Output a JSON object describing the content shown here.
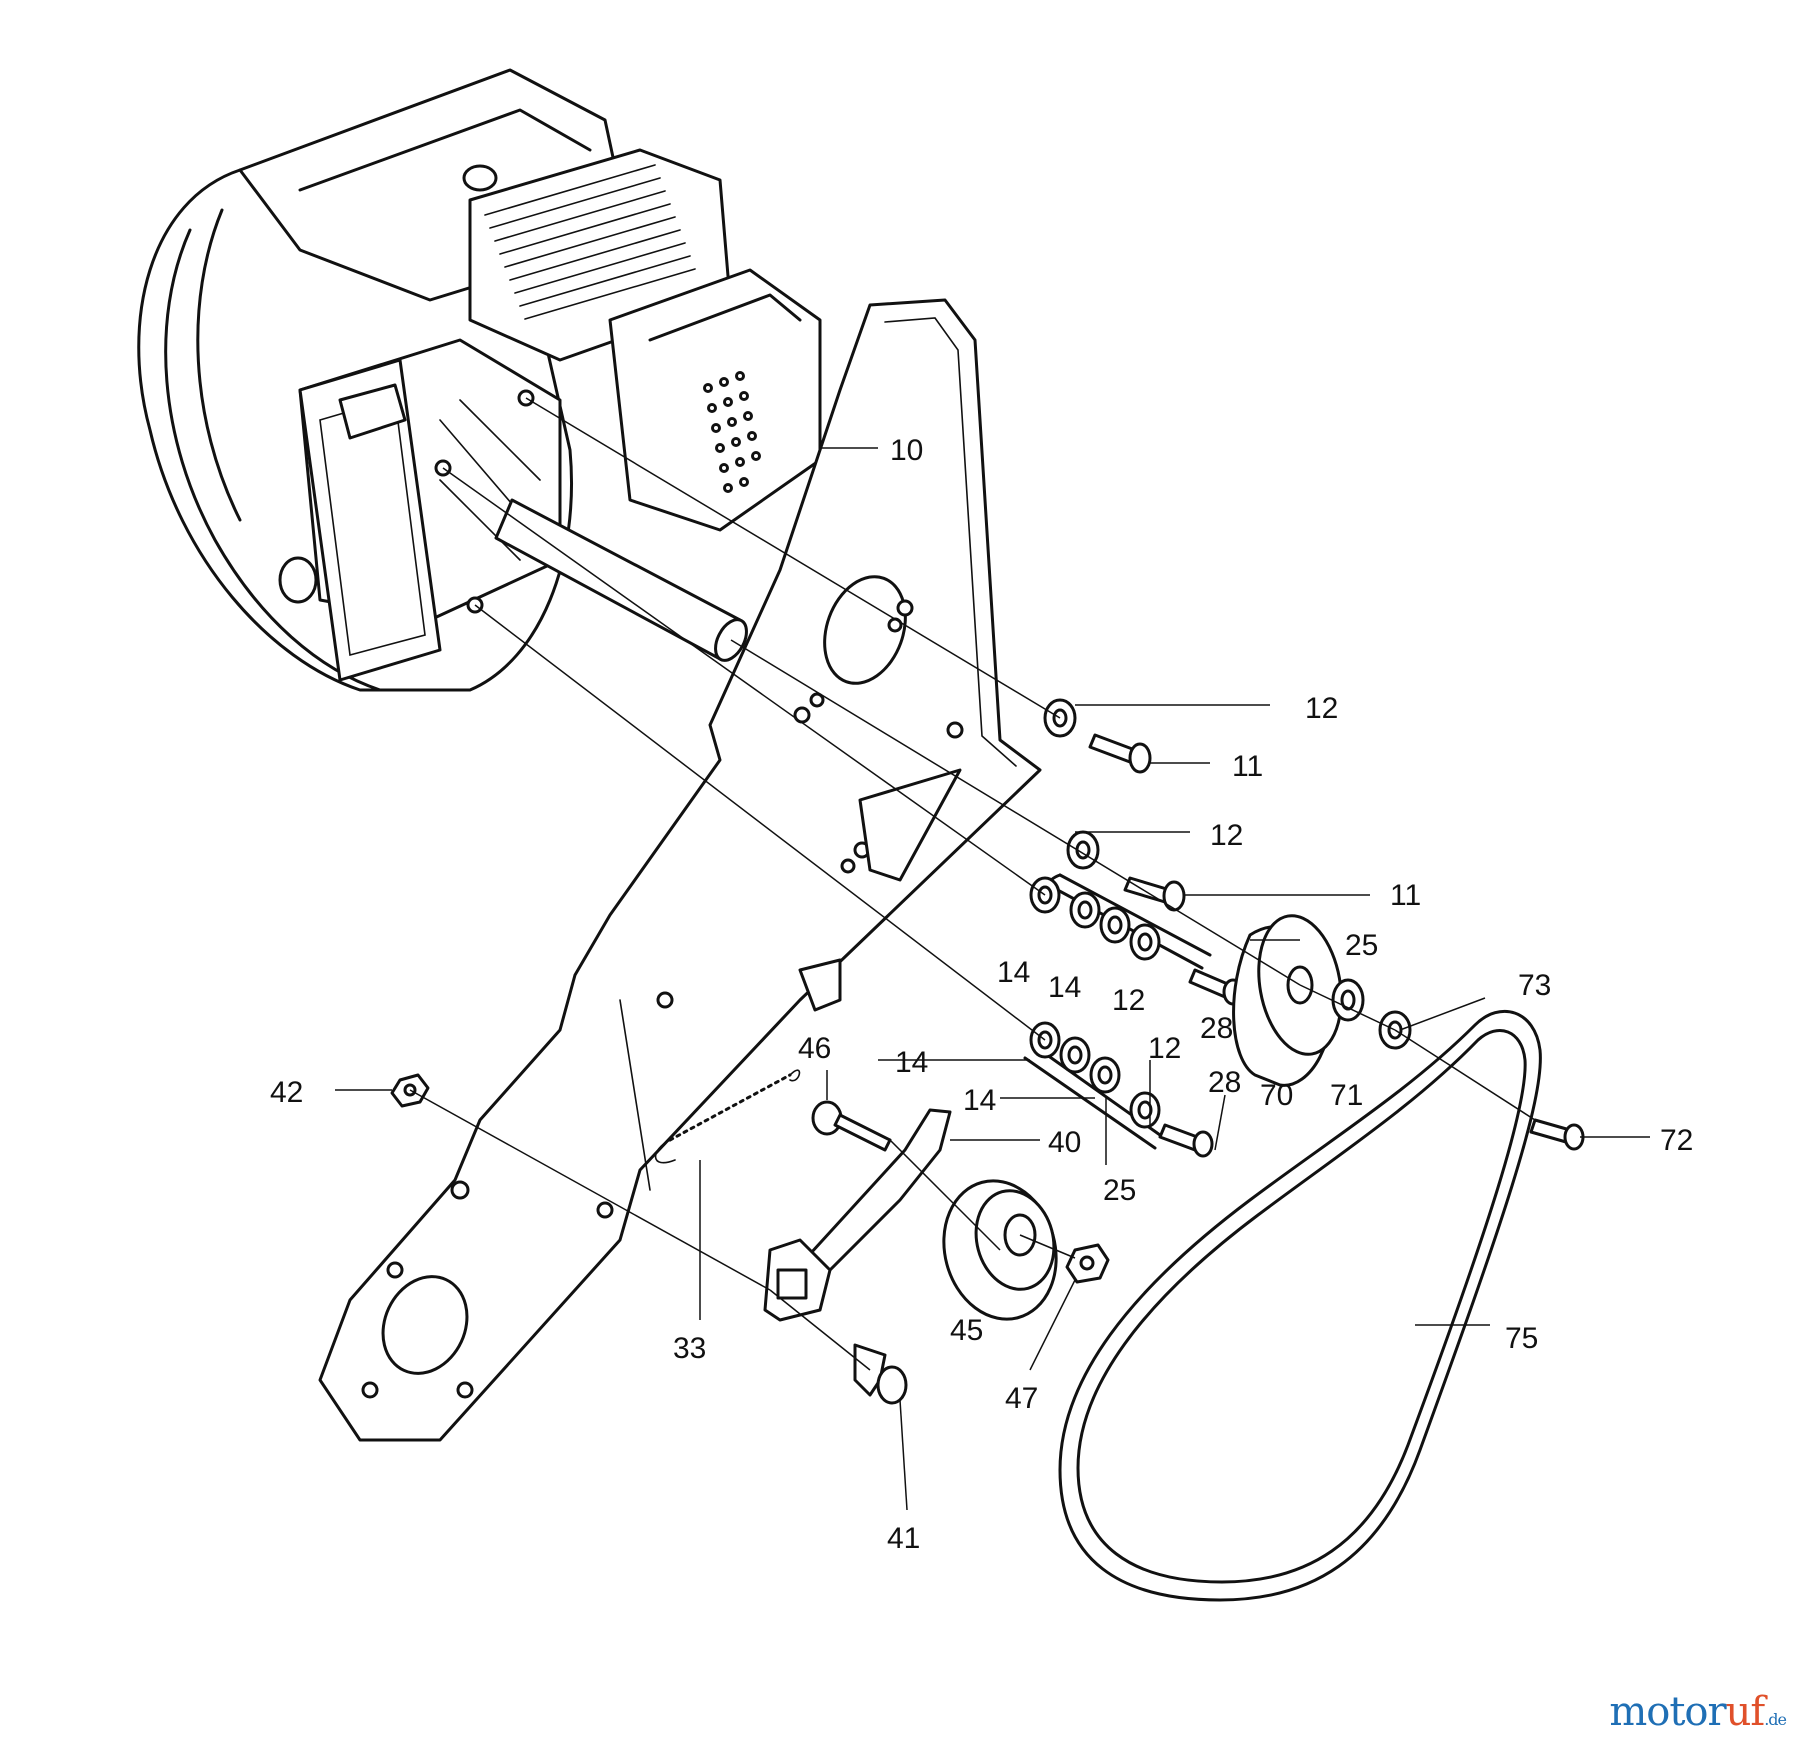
{
  "labels": [
    {
      "id": "p10",
      "text": "10"
    },
    {
      "id": "p12a",
      "text": "12"
    },
    {
      "id": "p11a",
      "text": "11"
    },
    {
      "id": "p12b",
      "text": "12"
    },
    {
      "id": "p11b",
      "text": "11"
    },
    {
      "id": "p25a",
      "text": "25"
    },
    {
      "id": "p14a",
      "text": "14"
    },
    {
      "id": "p14b",
      "text": "14"
    },
    {
      "id": "p12c",
      "text": "12"
    },
    {
      "id": "p28a",
      "text": "28"
    },
    {
      "id": "p70",
      "text": "70"
    },
    {
      "id": "p71",
      "text": "71"
    },
    {
      "id": "p73",
      "text": "73"
    },
    {
      "id": "p46",
      "text": "46"
    },
    {
      "id": "p14c",
      "text": "14"
    },
    {
      "id": "p12d",
      "text": "12"
    },
    {
      "id": "p28b",
      "text": "28"
    },
    {
      "id": "p14d",
      "text": "14"
    },
    {
      "id": "p42",
      "text": "42"
    },
    {
      "id": "p40",
      "text": "40"
    },
    {
      "id": "p25b",
      "text": "25"
    },
    {
      "id": "p72",
      "text": "72"
    },
    {
      "id": "p33",
      "text": "33"
    },
    {
      "id": "p45",
      "text": "45"
    },
    {
      "id": "p75",
      "text": "75"
    },
    {
      "id": "p47",
      "text": "47"
    },
    {
      "id": "p41",
      "text": "41"
    }
  ],
  "watermark": {
    "main": "motor",
    "accent": "uf",
    "tld": ".de"
  }
}
